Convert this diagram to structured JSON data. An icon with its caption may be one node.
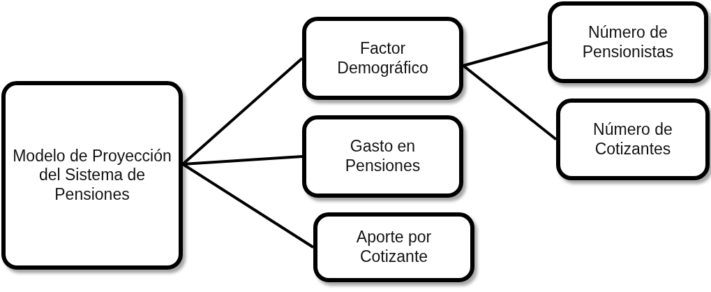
{
  "diagram": {
    "nodes": [
      {
        "text": [
          "Modelo de Proyección del Sistema de Pensiones"
        ]
      },
      {
        "text": [
          "Factor Demográfico"
        ]
      },
      {
        "text": [
          "Gasto en Pensiones"
        ]
      },
      {
        "text": [
          "Aporte por Cotizante"
        ]
      },
      {
        "text": [
          "Número de Pensionistas"
        ]
      },
      {
        "text": [
          "Número de Cotizantes"
        ]
      }
    ],
    "edges": [
      {
        "from": 0,
        "to": 1,
        "arrow": "none"
      },
      {
        "from": 0,
        "to": 2,
        "arrow": "none"
      },
      {
        "from": 0,
        "to": 3,
        "arrow": "none"
      },
      {
        "from": 1,
        "to": 4,
        "arrow": "none"
      },
      {
        "from": 1,
        "to": 5,
        "arrow": "none"
      }
    ]
  }
}
